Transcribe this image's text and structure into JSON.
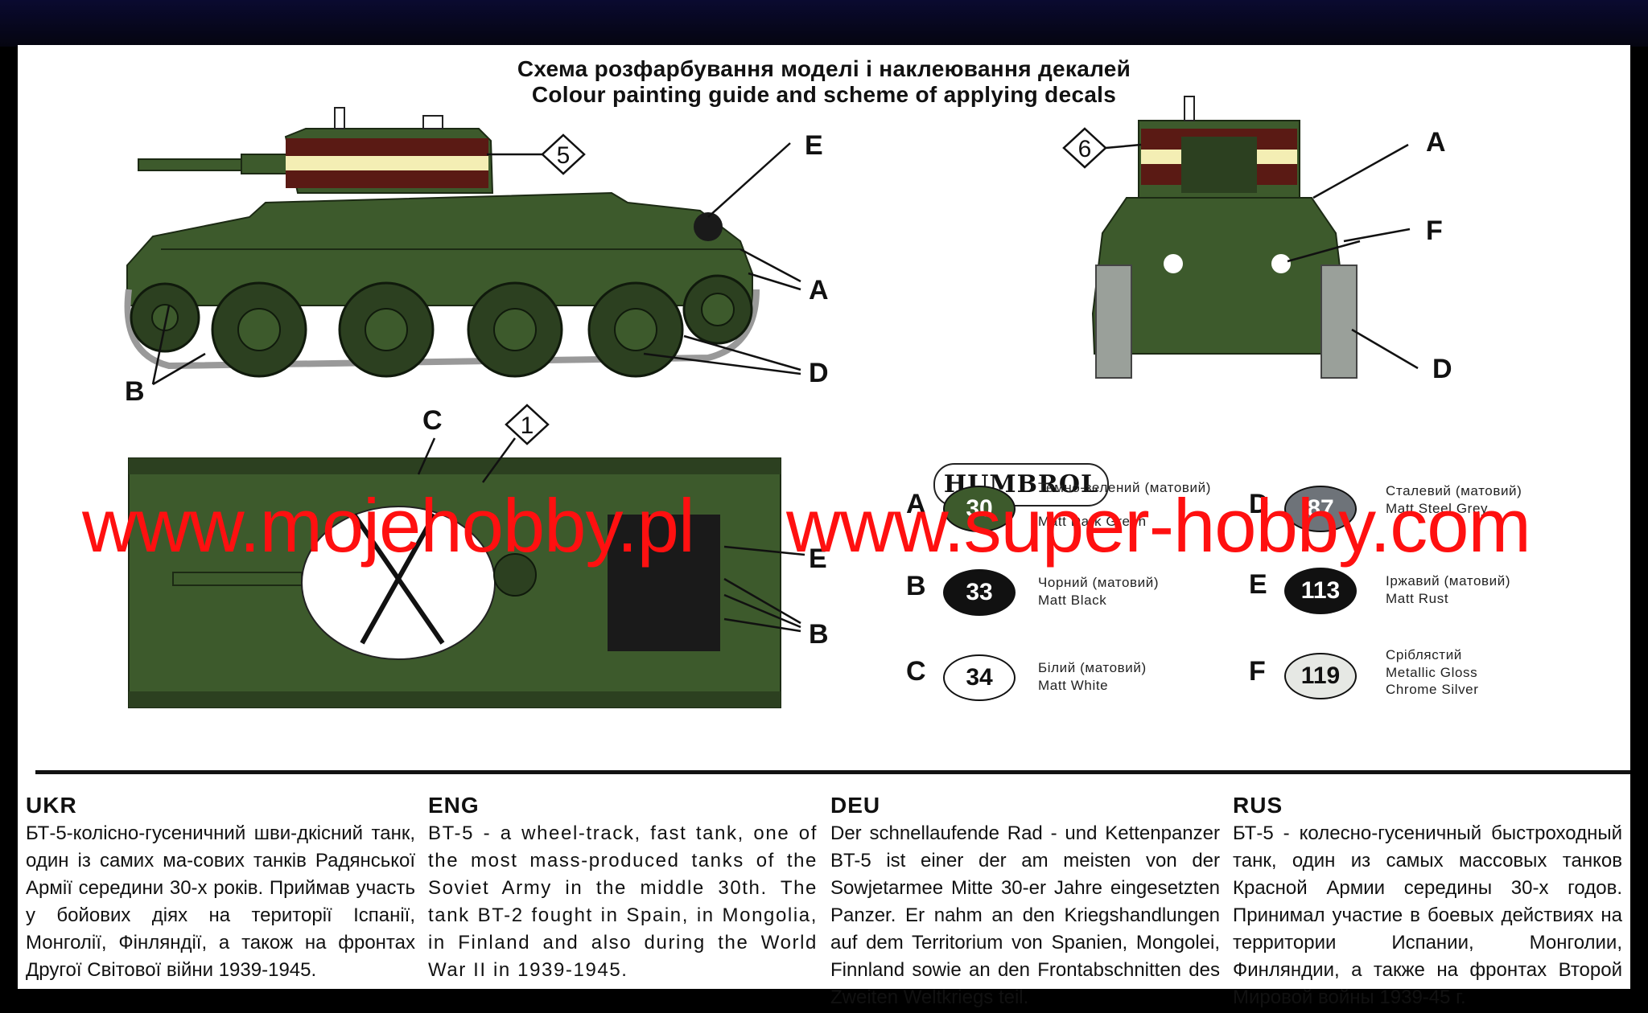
{
  "title": {
    "ukr": "Схема розфарбування моделі і наклеювання декалей",
    "eng": "Colour painting guide and scheme of applying decals"
  },
  "diagram_labels": {
    "side": [
      "E",
      "A",
      "D",
      "B"
    ],
    "front": [
      "A",
      "F",
      "D"
    ],
    "top": [
      "C",
      "E",
      "B"
    ],
    "decals": [
      "5",
      "6",
      "1"
    ]
  },
  "brand": "HUMBROL",
  "paints": [
    {
      "letter": "A",
      "code": "30",
      "color": "#3d5a2c",
      "text_color": "#ffffff",
      "name_local": "Темно-зелений (матовий)",
      "name_en": "Matt Dark Green"
    },
    {
      "letter": "B",
      "code": "33",
      "color": "#111111",
      "text_color": "#ffffff",
      "name_local": "Чорний (матовий)",
      "name_en": "Matt Black"
    },
    {
      "letter": "C",
      "code": "34",
      "color": "#ffffff",
      "text_color": "#111111",
      "name_local": "Білий (матовий)",
      "name_en": "Matt White"
    },
    {
      "letter": "D",
      "code": "87",
      "color": "#6e7379",
      "text_color": "#ffffff",
      "name_local": "Сталевий (матовий)",
      "name_en": "Matt Steel Grey"
    },
    {
      "letter": "E",
      "code": "113",
      "color": "#111111",
      "text_color": "#ffffff",
      "name_local": "Іржавий (матовий)",
      "name_en": "Matt Rust"
    },
    {
      "letter": "F",
      "code": "119",
      "color": "#e6e8e4",
      "text_color": "#111111",
      "name_local": "Сріблястий",
      "name_en": "Metallic Gloss Chrome Silver"
    }
  ],
  "watermarks": [
    "www.mojehobby.pl",
    "www.super-hobby.com"
  ],
  "descriptions": [
    {
      "lang": "UKR",
      "text": "БТ-5-колісно-гусеничний шви-дкісний танк, один із самих ма-сових танків Радянської Армії середини 30-х років. Приймав участь у бойових діях на території Іспанії, Монголії, Фінляндії, а також на фронтах Другої Світової війни 1939-1945."
    },
    {
      "lang": "ENG",
      "text": "BT-5 - a wheel-track, fast tank, one of the most mass-produced tanks of the Soviet Army in the middle 30th. The tank BT-2 fought in Spain, in Mongolia, in Finland and also during the World War II in 1939-1945."
    },
    {
      "lang": "DEU",
      "text": "Der schnellaufende Rad - und Kettenpanzer BT-5 ist einer der am meisten von der Sowjetarmee Mitte 30-er Jahre eingesetzten Panzer. Er nahm an den Kriegshandlungen auf dem Territorium von Spanien, Mongolei, Finnland sowie an den Frontabschnitten des Zweiten Weltkriegs teil."
    },
    {
      "lang": "RUS",
      "text": "БТ-5 - колесно-гусеничный быстроходный танк, один из самых массовых танков Красной Армии середины 30-х годов. Принимал участие в боевых действиях на территории Испании, Монголии, Финляндии, а также на фронтах Второй Мировой войны 1939-45 г."
    }
  ]
}
